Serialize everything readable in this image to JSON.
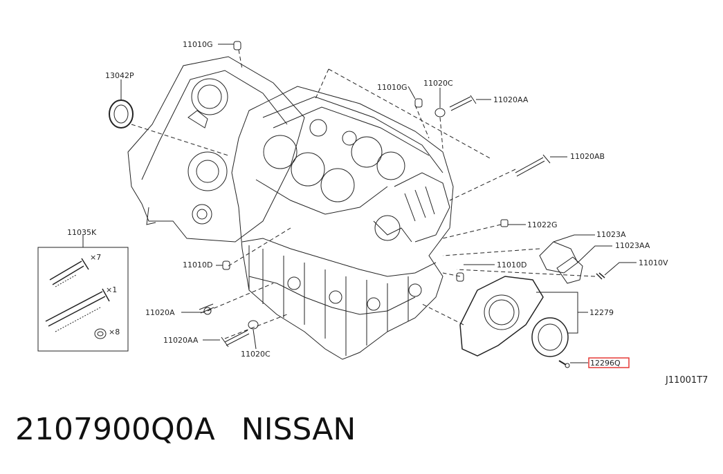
{
  "diagram": {
    "parts": {
      "p11010G_a": "11010G",
      "p13042P": "13042P",
      "p11010G_b": "11010G",
      "p11020C_top": "11020C",
      "p11020AA_top": "11020AA",
      "p11020AB": "11020AB",
      "p11022G": "11022G",
      "p11023A": "11023A",
      "p11023AA": "11023AA",
      "p11010V": "11010V",
      "p11035K": "11035K",
      "p11010D_left": "11010D",
      "p11010D_right": "11010D",
      "p11020A": "11020A",
      "p12279": "12279",
      "p11020AA_bottom": "11020AA",
      "p11020C_bottom": "11020C",
      "p12296Q": "12296Q"
    },
    "kit_quantities": {
      "bolt_short": "×7",
      "bolt_long": "×1",
      "washer": "×8"
    },
    "highlight_color": "#e53935",
    "diagram_code": "J11001T7"
  },
  "caption": {
    "part_number": "2107900Q0A",
    "brand": "NISSAN"
  }
}
